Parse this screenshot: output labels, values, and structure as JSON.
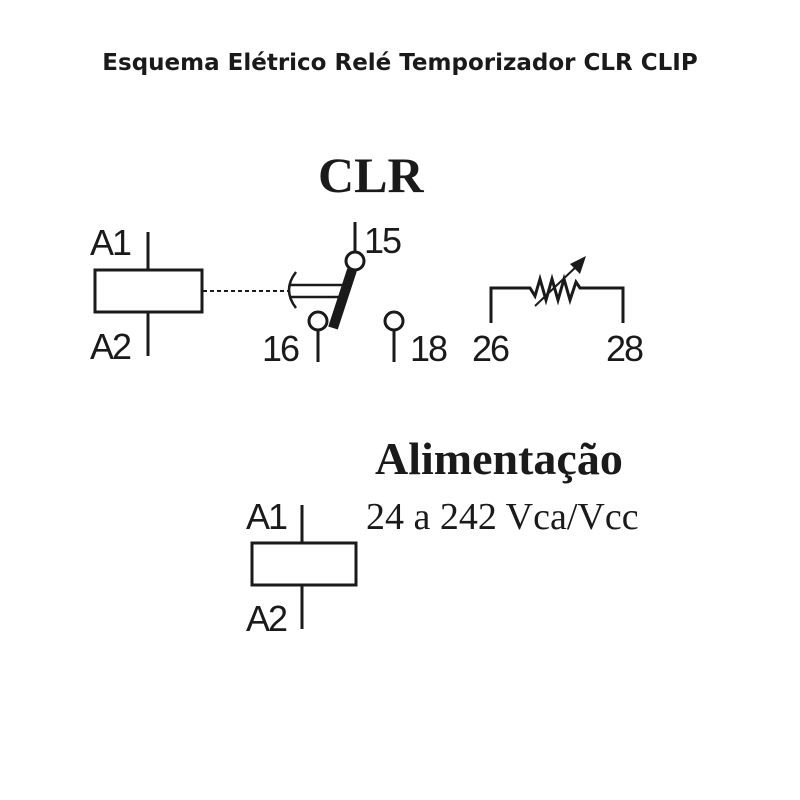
{
  "title": "Esquema Elétrico Relé Temporizador CLR CLIP",
  "diagram": {
    "heading": "CLR",
    "coil_terminals": [
      "A1",
      "A2"
    ],
    "contact_terminals": [
      "15",
      "16",
      "18"
    ],
    "potentiometer_terminals": [
      "26",
      "28"
    ]
  },
  "supply": {
    "heading": "Alimentação",
    "voltage": "24 a 242 Vca/Vcc",
    "coil_terminals": [
      "A1",
      "A2"
    ]
  }
}
